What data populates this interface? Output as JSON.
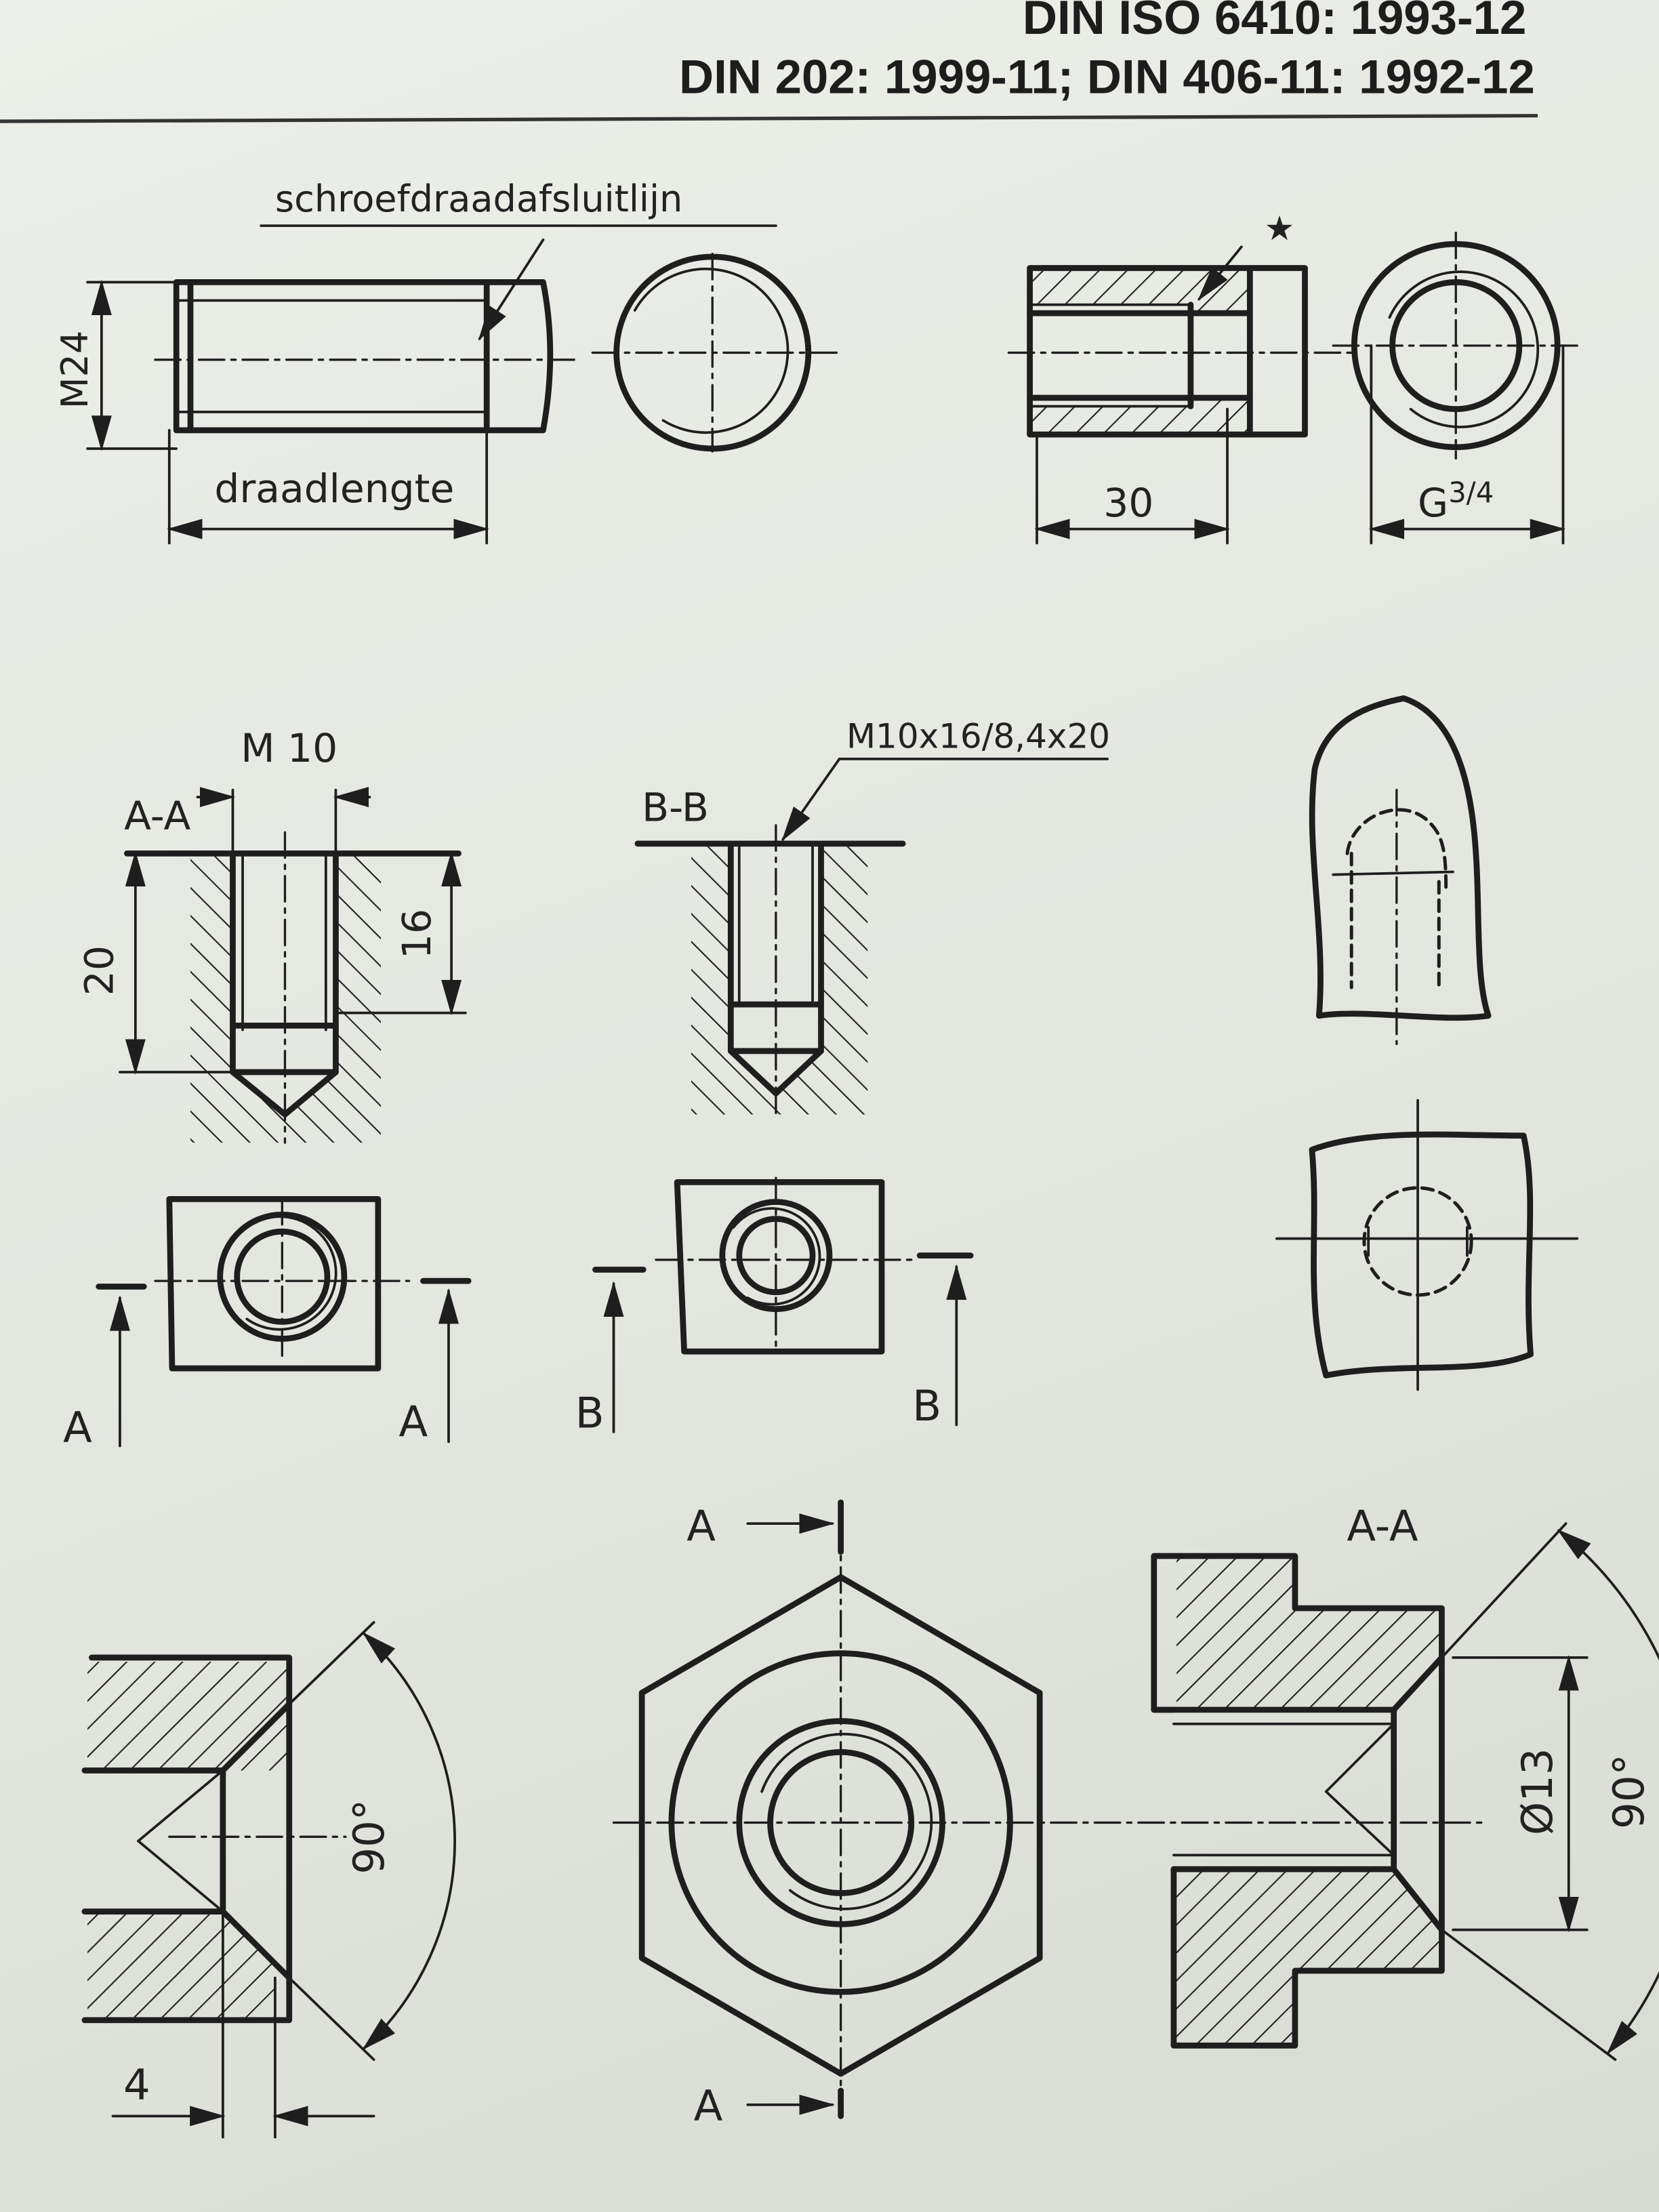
{
  "header": {
    "line1": "DIN ISO 6410: 1993-12",
    "line2": "DIN 202: 1999-11; DIN 406-11: 1992-12"
  },
  "figure1": {
    "leader_label": "schroefdraadafsluitlijn",
    "diameter_label": "M24",
    "length_label": "draadlengte"
  },
  "figure2": {
    "star": "★",
    "length_label": "30",
    "thread_label_main": "G",
    "thread_label_sup": "3/4"
  },
  "figure3": {
    "section_label": "A-A",
    "thread_label": "M 10",
    "depth_label": "20",
    "thread_depth_label": "16",
    "arrow_left": "A",
    "arrow_right": "A"
  },
  "figure4": {
    "section_label": "B-B",
    "callout": "M10x16/8,4x20",
    "arrow_left": "B",
    "arrow_right": "B"
  },
  "figure6": {
    "angle_label": "90°",
    "depth_label": "4"
  },
  "figure7": {
    "cut_top": "A",
    "cut_bottom": "A"
  },
  "figure8": {
    "section_label": "A-A",
    "diameter_label": "Ø13",
    "angle_label": "90°"
  }
}
